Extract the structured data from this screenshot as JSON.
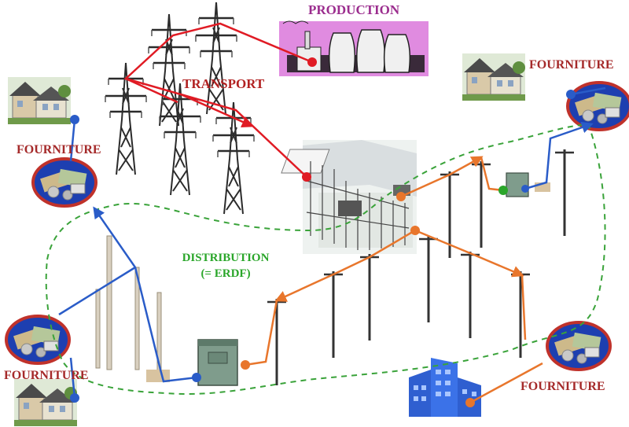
{
  "labels": {
    "production": "PRODUCTION",
    "transport": "TRANSPORT",
    "distribution": "DISTRIBUTION",
    "distribution_sub": "(= ERDF)",
    "fourniture_top_right": "FOURNITURE",
    "fourniture_left": "FOURNITURE",
    "fourniture_bottom_left": "FOURNITURE",
    "fourniture_bottom_right": "FOURNITURE"
  },
  "colors": {
    "production_label": "#9b2d8e",
    "transport_label": "#b22222",
    "distribution_label": "#2aa62a",
    "fourniture_label": "#a52a2a",
    "transport_line": "#e01b24",
    "distribution_line": "#e8762c",
    "supply_line": "#2a5cc8",
    "distribution_zone": "#3aa33a",
    "plant_background": "#e08be0"
  }
}
